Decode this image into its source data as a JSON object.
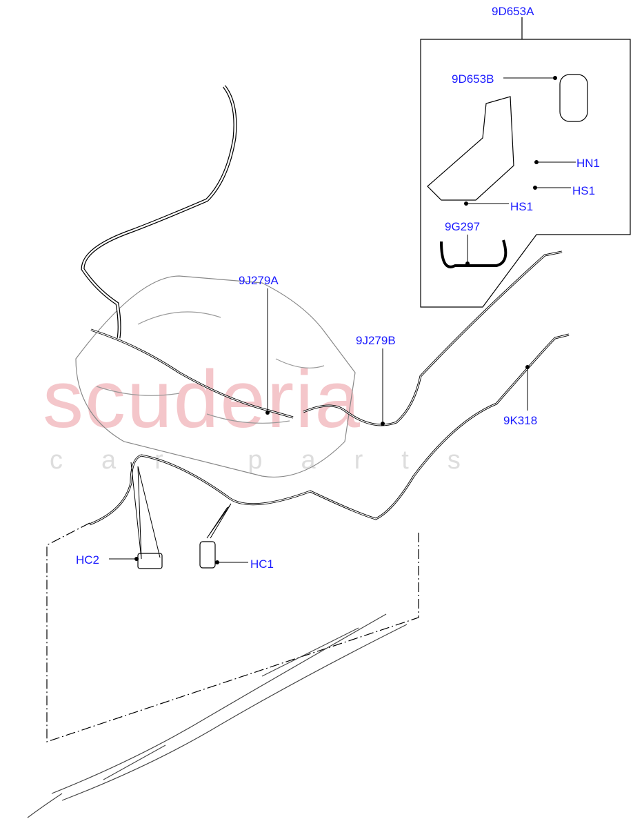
{
  "watermark": {
    "line1": "scuderia",
    "line2": "car parts"
  },
  "callouts": [
    {
      "id": "9D653A",
      "label": "9D653A"
    },
    {
      "id": "9D653B",
      "label": "9D653B"
    },
    {
      "id": "HN1",
      "label": "HN1"
    },
    {
      "id": "HS1a",
      "label": "HS1"
    },
    {
      "id": "HS1b",
      "label": "HS1"
    },
    {
      "id": "9G297",
      "label": "9G297"
    },
    {
      "id": "9J279A",
      "label": "9J279A"
    },
    {
      "id": "9J279B",
      "label": "9J279B"
    },
    {
      "id": "9K318",
      "label": "9K318"
    },
    {
      "id": "HC2",
      "label": "HC2"
    },
    {
      "id": "HC1",
      "label": "HC1"
    }
  ],
  "colors": {
    "callout": "#1a1aff",
    "line": "#000000",
    "watermark": "#f4c6ca"
  }
}
